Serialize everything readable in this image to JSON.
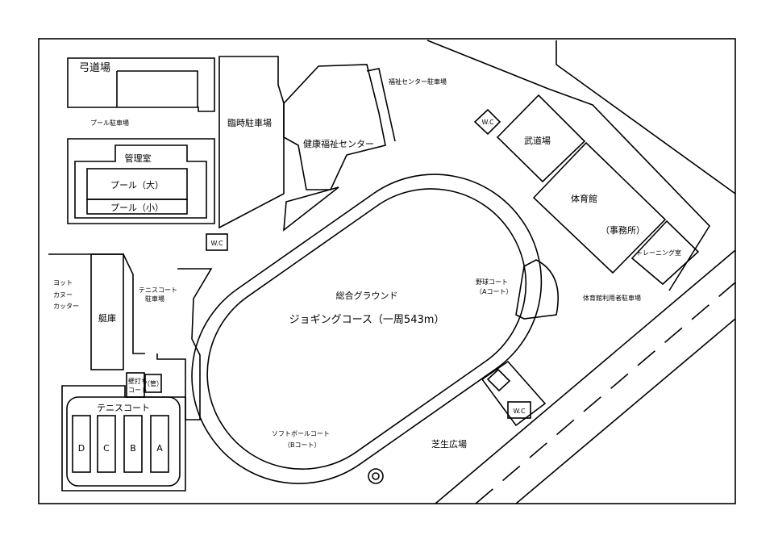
{
  "map": {
    "title_lines": [
      "総合グラウンド",
      "ジョギングコース（一周543m）"
    ],
    "labels": {
      "kyudojo": "弓道場",
      "pool_parking": "プール駐車場",
      "kanrishitsu": "管理室",
      "pool_large": "プール（大）",
      "pool_small": "プール（小）",
      "temp_parking": "臨時駐車場",
      "health_center": "健康福祉センター",
      "welfare_parking": "福祉センター駐車場",
      "wc": "W.C",
      "budojo": "武道場",
      "gym": "体育館",
      "office": "（事務所）",
      "training": "トレーニング室",
      "gym_parking": "体育館利用者駐車場",
      "baseball_1": "野球コート",
      "baseball_2": "（Aコート）",
      "softball_1": "ソフトボールコート",
      "softball_2": "（Bコート）",
      "lawn": "芝生広場",
      "boats_1": "ヨット",
      "boats_2": "カヌー",
      "boats_3": "カッター",
      "boathouse": "艇庫",
      "tennis_parking_1": "テニスコート",
      "tennis_parking_2": "駐車場",
      "wall_court_1": "壁打ち",
      "wall_court_2": "コート",
      "kan": "（管）",
      "tennis": "テニスコート",
      "courts": [
        "D",
        "C",
        "B",
        "A"
      ]
    }
  }
}
